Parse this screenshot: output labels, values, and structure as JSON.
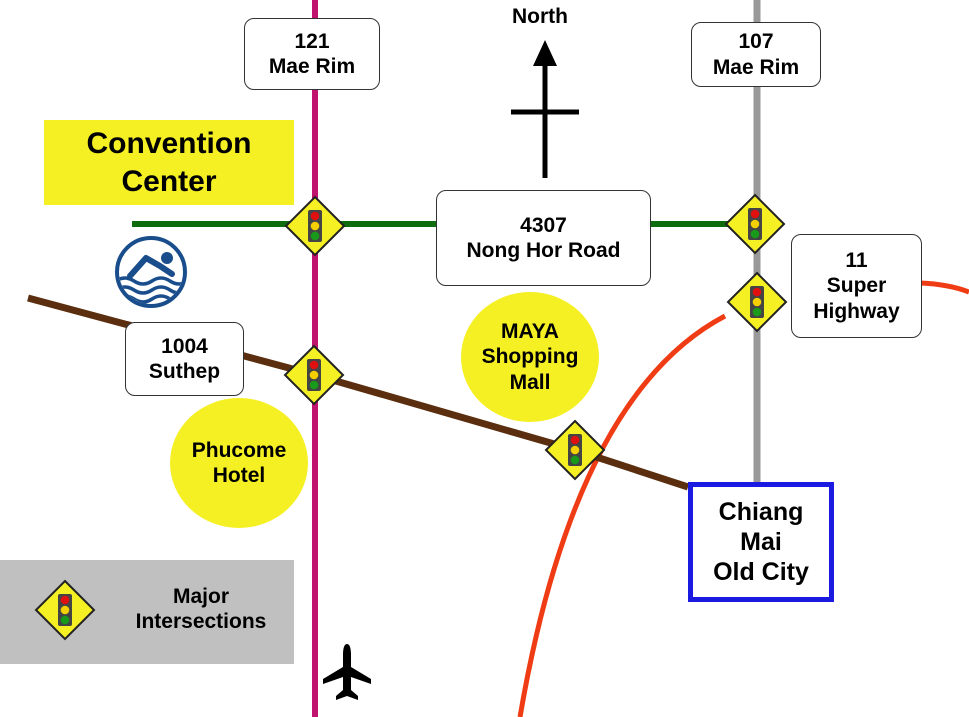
{
  "compass": {
    "label": "North"
  },
  "roads": {
    "mae_rim_121": {
      "number": "121",
      "name": "Mae Rim",
      "color": "#c0146e"
    },
    "mae_rim_107": {
      "number": "107",
      "name": "Mae Rim",
      "color": "#999999"
    },
    "nong_hor_4307": {
      "number": "4307",
      "name": "Nong Hor Road",
      "color": "#0e6b0e"
    },
    "suthep_1004": {
      "number": "1004",
      "name": "Suthep",
      "color": "#5a2e0e"
    },
    "super_highway_11": {
      "number": "11",
      "name_line1": "Super",
      "name_line2": "Highway",
      "color": "#f03c14"
    }
  },
  "places": {
    "convention_center": {
      "line1": "Convention",
      "line2": "Center",
      "color": "#f5f023"
    },
    "maya_mall": {
      "line1": "MAYA",
      "line2": "Shopping",
      "line3": "Mall",
      "color": "#f5f023"
    },
    "phucome_hotel": {
      "line1": "Phucome",
      "line2": "Hotel",
      "color": "#f5f023"
    },
    "old_city": {
      "line1": "Chiang",
      "line2": "Mai",
      "line3": "Old City",
      "border_color": "#1a1ae0"
    }
  },
  "icons": {
    "swimming_pool": "swimming-pool-icon",
    "airport": "airplane-icon",
    "traffic_light": "traffic-light-icon"
  },
  "legend": {
    "line1": "Major",
    "line2": "Intersections"
  }
}
